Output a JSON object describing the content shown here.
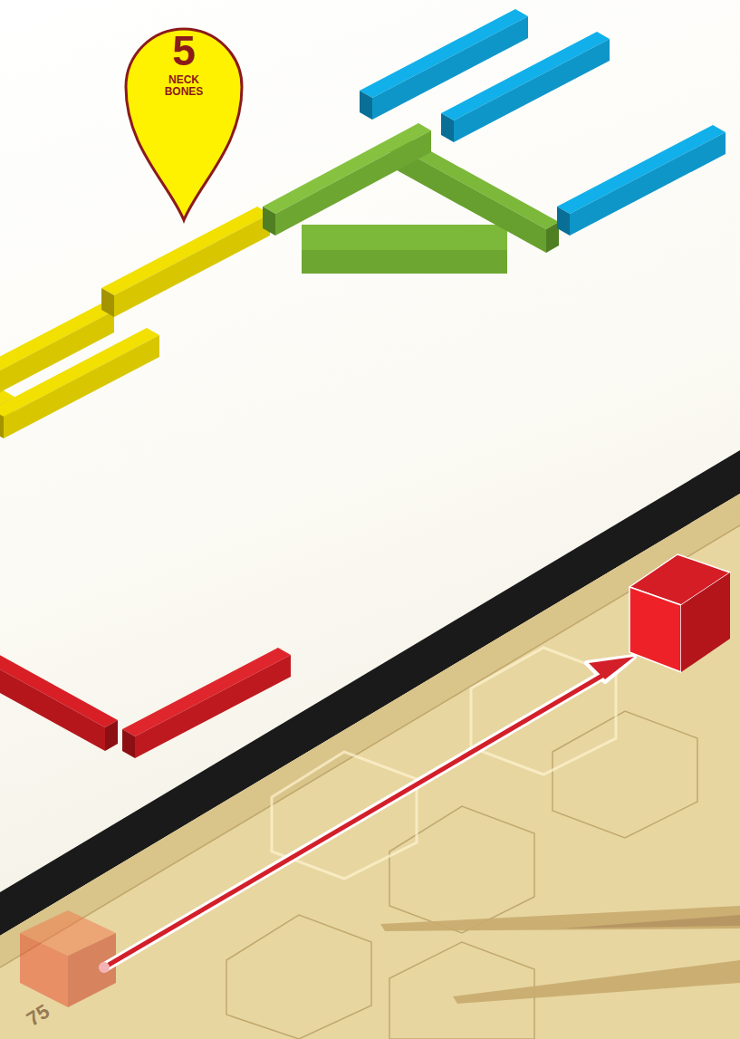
{
  "diagram": {
    "nodes": [
      {
        "text": [
          "5",
          "NECK BONES"
        ]
      }
    ],
    "labels": [
      "75"
    ]
  }
}
